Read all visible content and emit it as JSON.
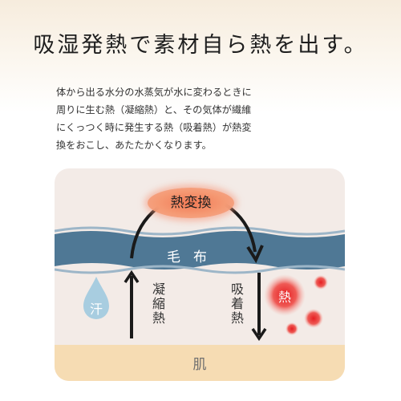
{
  "headline": "吸湿発熱で素材自ら熱を出す。",
  "description": {
    "lines": [
      "体から出る水分の水蒸気が水に変わるときに",
      "周りに生む熱（凝縮熱）と、その気体が繊維",
      "にくっつく時に発生する熱（吸着熱）が熱変",
      "換をおこし、あたたかくなります。"
    ]
  },
  "diagram": {
    "heat_conversion": "熱変換",
    "blanket": "毛布",
    "condensation_heat": "凝縮熱",
    "adsorption_heat": "吸着熱",
    "sweat": "汗",
    "heat": "熱",
    "skin": "肌",
    "colors": {
      "blanket": "#4f7895",
      "skin": "#f6dcb3",
      "panel": "#f3ebe7",
      "bubble": "#f37a55",
      "sweat_drop": "#a8cde0",
      "heat_dot": "#e8302c"
    },
    "icons": [
      "water-drop-icon",
      "heat-dot-icon",
      "arrow-up-icon",
      "arrow-down-icon",
      "curved-arrow-icon"
    ]
  }
}
